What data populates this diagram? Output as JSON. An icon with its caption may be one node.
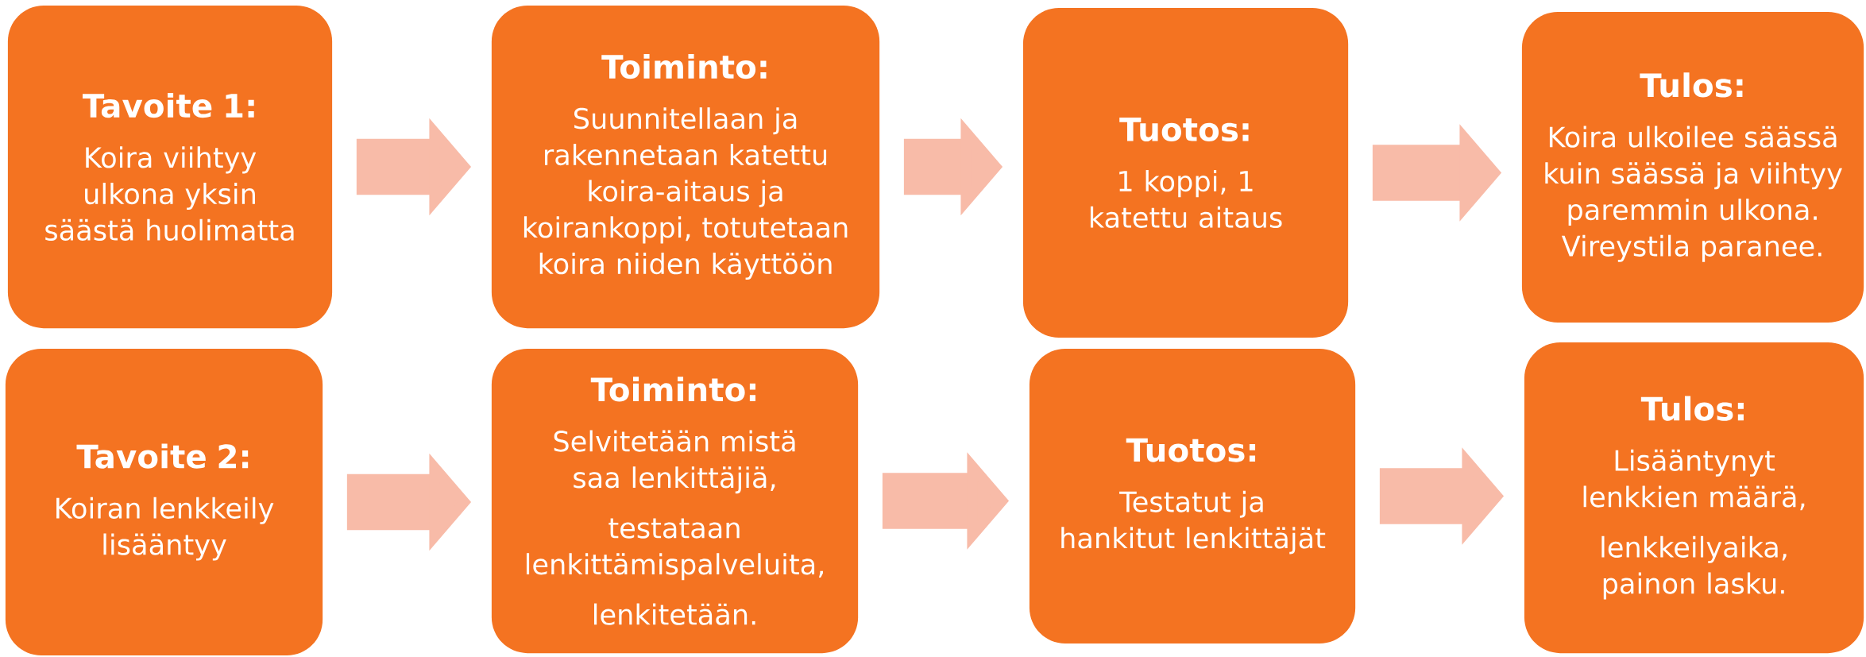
{
  "diagram": {
    "nodes": [
      {
        "text": [
          "Tavoite 1:",
          "Koira viihtyy ulkona yksin säästä huolimatta"
        ]
      },
      {
        "text": [
          "Toiminto:",
          "Suunnitellaan ja rakennetaan katettu koira-aitaus ja koirankoppi, totutetaan koira niiden käyttöön"
        ]
      },
      {
        "text": [
          "Tuotos:",
          "1 koppi, 1 katettu aitaus"
        ]
      },
      {
        "text": [
          "Tulos:",
          "Koira ulkoilee säässä kuin säässä ja viihtyy paremmin ulkona. Vireystila paranee."
        ]
      },
      {
        "text": [
          "Tavoite 2:",
          "Koiran lenkkeily lisääntyy"
        ]
      },
      {
        "text": [
          "Toiminto:",
          "Selvitetään mistä saa lenkittäjiä,",
          "testataan lenkittämispalveluita,",
          "lenkitetään."
        ]
      },
      {
        "text": [
          "Tuotos:",
          "Testatut ja hankitut lenkittäjät"
        ]
      },
      {
        "text": [
          "Tulos:",
          "Lisääntynyt lenkkien määrä,",
          "lenkkeilyaika, painon lasku."
        ]
      }
    ],
    "edges": [
      {
        "from": 0,
        "to": 1,
        "arrow": "to"
      },
      {
        "from": 1,
        "to": 2,
        "arrow": "to"
      },
      {
        "from": 2,
        "to": 3,
        "arrow": "to"
      },
      {
        "from": 4,
        "to": 5,
        "arrow": "to"
      },
      {
        "from": 5,
        "to": 6,
        "arrow": "to"
      },
      {
        "from": 6,
        "to": 7,
        "arrow": "to"
      }
    ]
  }
}
